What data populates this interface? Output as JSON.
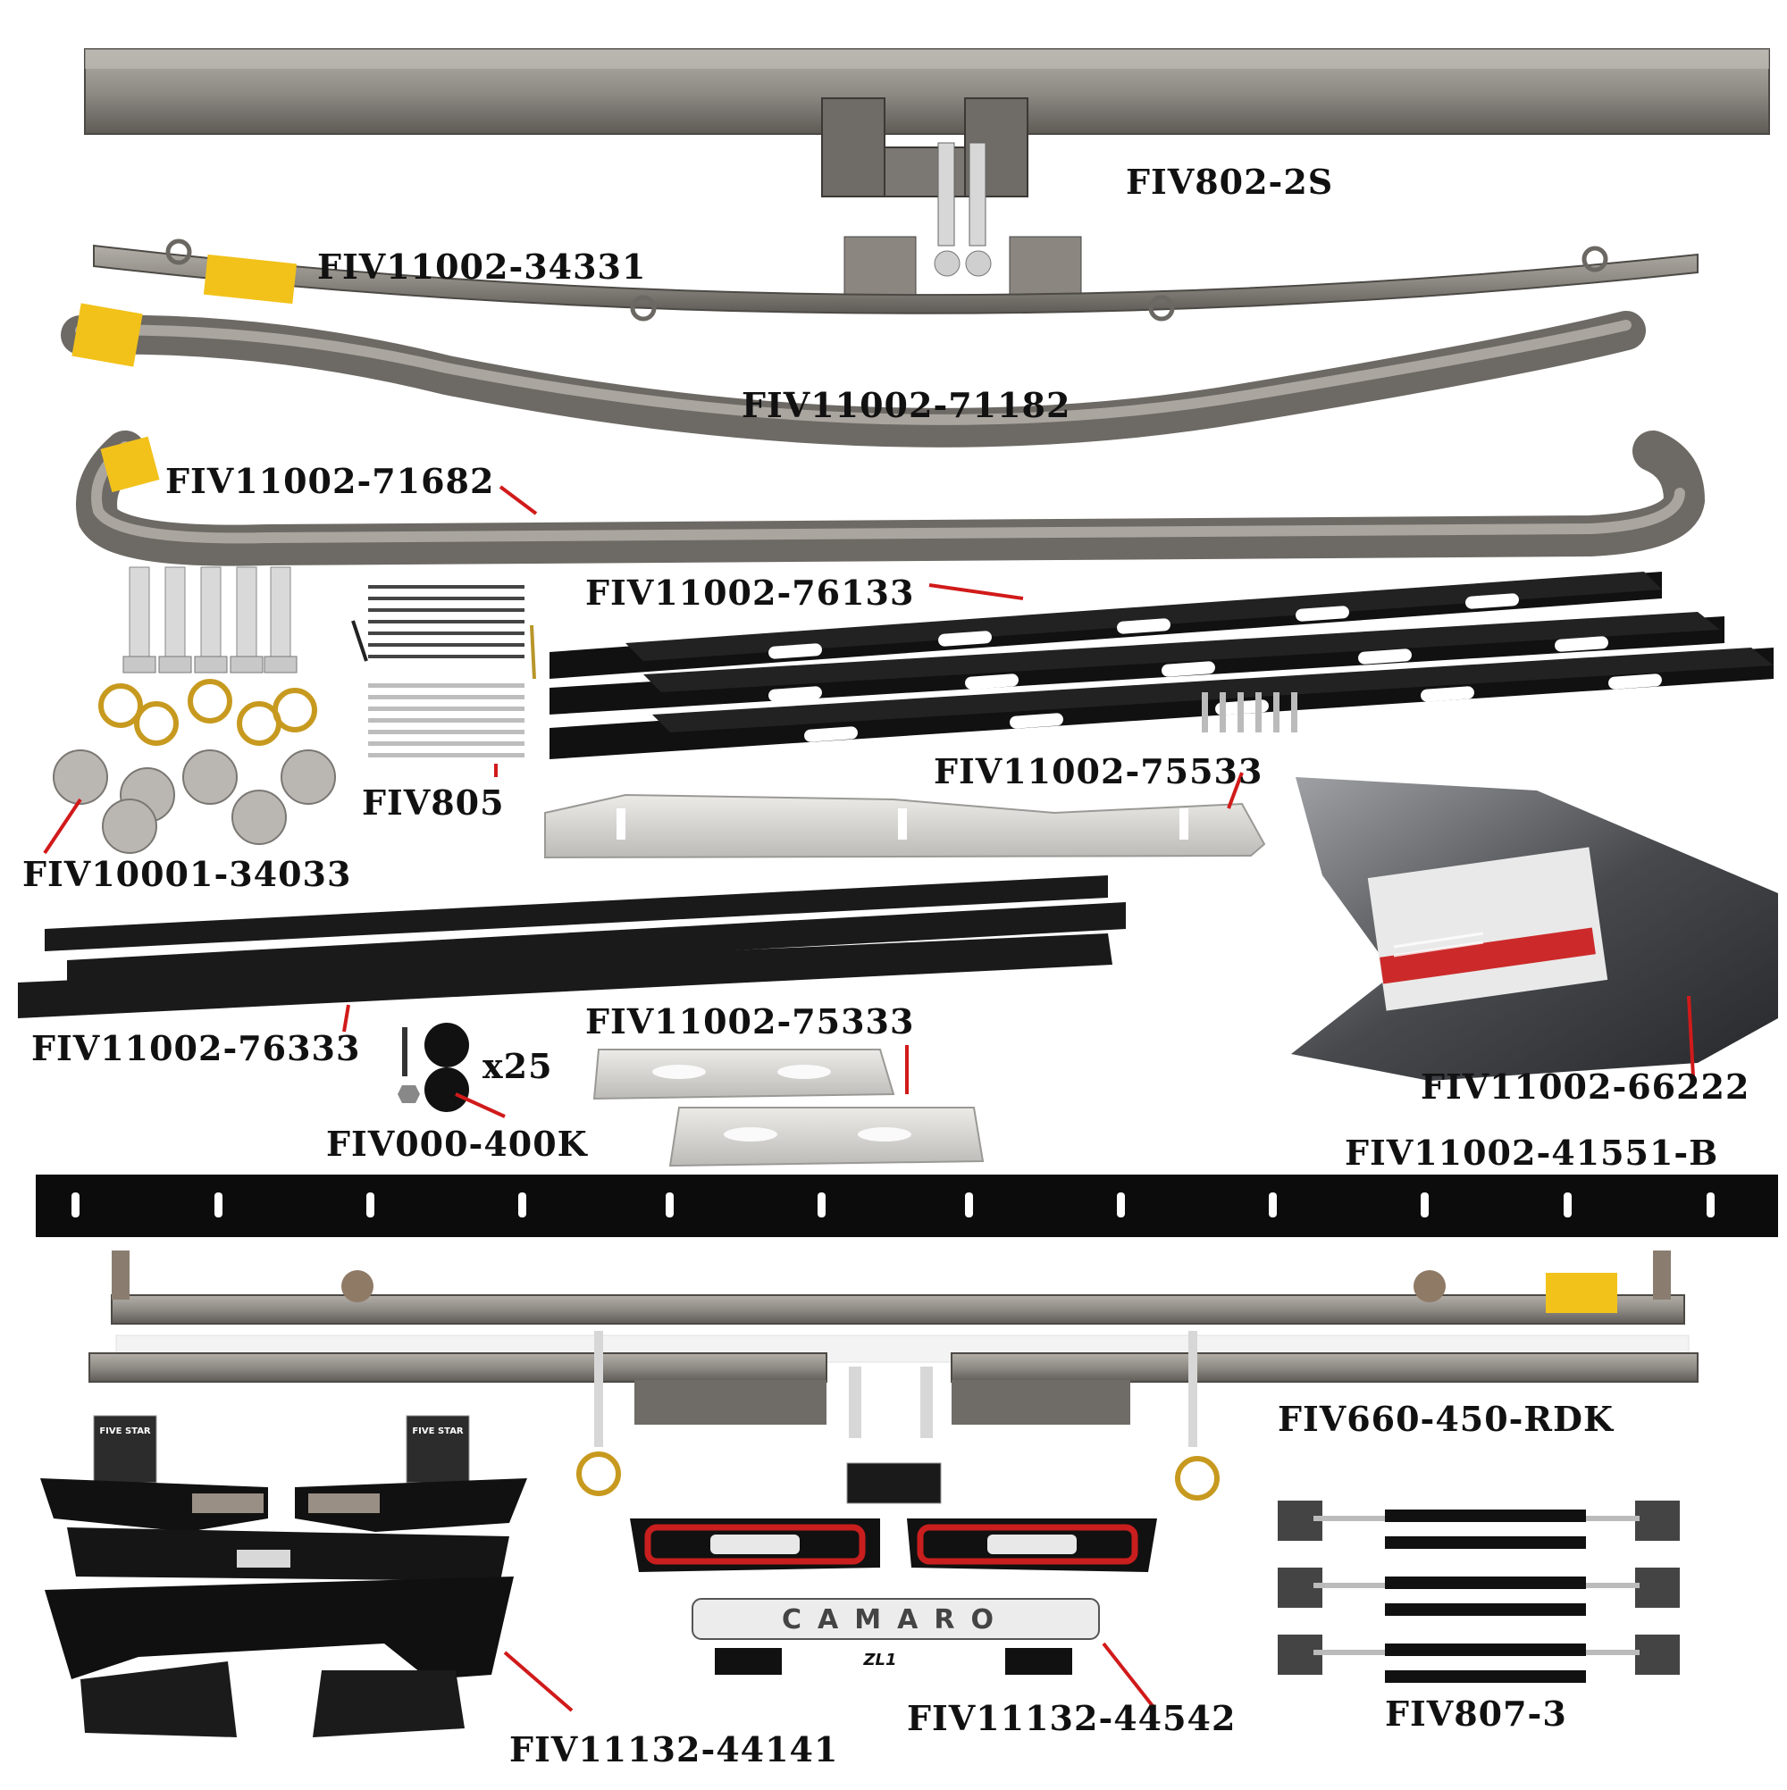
{
  "labels": {
    "fiv802_2s": "FIV802-2S",
    "fiv11002_34331": "FIV11002-34331",
    "fiv11002_71182": "FIV11002-71182",
    "fiv11002_71682": "FIV11002-71682",
    "fiv11002_76133": "FIV11002-76133",
    "fiv805": "FIV805",
    "fiv11002_75533": "FIV11002-75533",
    "fiv10001_34033": "FIV10001-34033",
    "fiv11002_66222": "FIV11002-66222",
    "fiv11002_76333": "FIV11002-76333",
    "fiv11002_75333": "FIV11002-75333",
    "fiv000_400k": "FIV000-400K",
    "qty_x25": "x25",
    "fiv11002_41551_b": "FIV11002-41551-B",
    "fiv660_450_rdk": "FIV660-450-RDK",
    "fiv11132_44141": "FIV11132-44141",
    "fiv11132_44542": "FIV11132-44542",
    "fiv807_3": "FIV807-3"
  },
  "decals": {
    "camaro_wordmark": "CAMARO",
    "five_star_badge": "FIVE STAR",
    "zl1_badge": "ZL1"
  },
  "colors": {
    "steel": "#8f8b85",
    "steel_dark": "#5e5a55",
    "black_part": "#111111",
    "aluminum": "#d4d4d2",
    "yellow_sticker": "#f2c21b",
    "leader_line": "#d11a1a",
    "label_text": "#111111"
  }
}
